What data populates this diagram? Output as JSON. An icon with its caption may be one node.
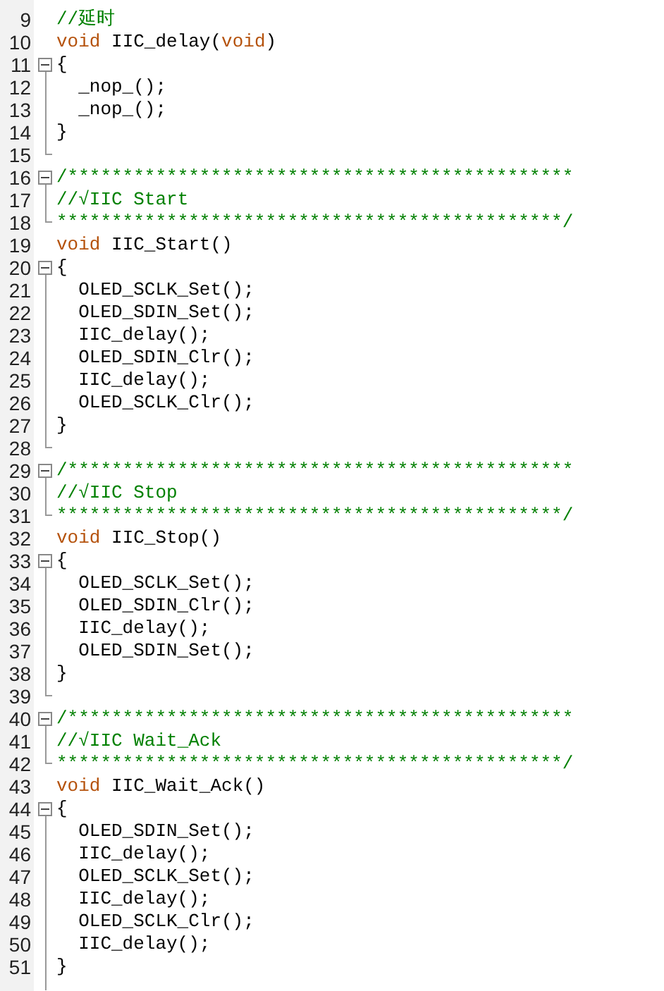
{
  "diagram": {
    "labels": [
      "9",
      "//延时",
      "10",
      "void IIC_delay(void)",
      "11",
      "{",
      "12",
      "_nop_();",
      "13",
      "_nop_();",
      "14",
      "}",
      "15",
      "16",
      "/**********************************************",
      "17",
      "//√IIC Start",
      "18",
      "**********************************************/",
      "19",
      "void IIC_Start()",
      "20",
      "{",
      "21",
      "OLED_SCLK_Set();",
      "22",
      "OLED_SDIN_Set();",
      "23",
      "IIC_delay();",
      "24",
      "OLED_SDIN_Clr();",
      "25",
      "IIC_delay();",
      "26",
      "OLED_SCLK_Clr();",
      "27",
      "}",
      "28",
      "29",
      "/**********************************************",
      "30",
      "//√IIC Stop",
      "31",
      "**********************************************/",
      "32",
      "void IIC_Stop()",
      "33",
      "{",
      "34",
      "OLED_SCLK_Set();",
      "35",
      "OLED_SDIN_Clr();",
      "36",
      "IIC_delay();",
      "37",
      "OLED_SDIN_Set();",
      "38",
      "}",
      "39",
      "40",
      "/**********************************************",
      "41",
      "//√IIC Wait_Ack",
      "42",
      "**********************************************/",
      "43",
      "void IIC_Wait_Ack()",
      "44",
      "{",
      "45",
      "OLED_SDIN_Set();",
      "46",
      "IIC_delay();",
      "47",
      "OLED_SCLK_Set();",
      "48",
      "IIC_delay();",
      "49",
      "OLED_SCLK_Clr();",
      "50",
      "IIC_delay();",
      "51",
      "}"
    ]
  }
}
